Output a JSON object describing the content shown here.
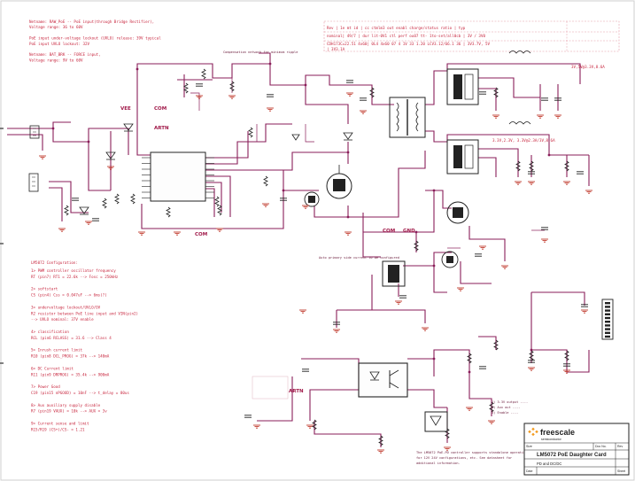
{
  "notes": {
    "top_left": [
      "Netname: RAW_PoE -- PoE input(through Bridge Rectifier),",
      "  Voltage range: 36 to 60V",
      "",
      "PoE input under-voltage lockout (UVLO) release: 39V typical",
      "PoE input UVLO lockout: 32V",
      "",
      "Netname: BAT_BRK -- FORCE input,",
      "Voltage range: 9V to 60V"
    ],
    "config_title": "LM5072 Configuration:",
    "config": [
      "1> PWM controller oscillator frequency",
      "   RT (pin7) RT1 = 22.6k --> Fosc = 250kHz",
      "",
      "2> softstart",
      "   CS (pin4) Css = 0.047uF --> 6ms(?)",
      "",
      "3> undervoltage lockout/UVLO/OV",
      "   R2 resistor between PoE line input and VIN(pin2)",
      "            --> UVLO nominal: 37V enable",
      "",
      "4> classification",
      "   RCL (pin6 RCLASS) = 31.6 --> Class 4",
      "",
      "5> Inrush current limit",
      "   R10 (pin8 DCL_PROG) = 37k --> 140mA",
      "",
      "6> DC Current limit",
      "   R11 (pin9 DRPROG) = 35.4k --> 900mA",
      "",
      "7> Power Good",
      "   C19 (pin15 nPGOOD) = 10nF --> t_delay = 80us",
      "",
      "8> Aux auxiliary supply disable",
      "   R7 (pin19 VAUX) = 10k --> AUX = 3v",
      "",
      "9> Current sense and limit",
      "   R15/R19 (CS+)/CS- = 1.21"
    ],
    "table_header": "Rev | 1e mt id | cc ctmlm3 out enabl charge/status ratio | typ",
    "table_row1": "nominal| 49/7 | dur lit-0V1 ctl perf ou07 tt- 1to-set/all0cb | 3V / 3V0",
    "table_row2": "CDH173C=22.51 4x60| 0L4 4x60 07 4 1V 33 1.20 LCV3.12/66.1 36 | 3V3.7V, 5V",
    "table_row3": "                                                              | 3V3.1A",
    "output_top": "3V,5V@3.3V,8.6A",
    "output_mid": "3.3V,2.3V, 3.3V@2.3A/3V,8.6A",
    "cap_note": "Compensation network for minimum ripple",
    "bottom_note1": "The LM5072 PoE-PD controller supports standalone operation",
    "bottom_note2": "for 12V 24V configurations, etc. See datasheet for",
    "bottom_note3": "additional information.",
    "mid_note": "Auto primary side current to be configured",
    "right_note1": "1) 3.3V output ----",
    "right_note2": "2) Aux out ----",
    "right_note3": "3) Enable ----"
  },
  "nets": {
    "vee": "VEE",
    "com_top": "COM",
    "arts_top": "ARTN",
    "com_mid": "COM",
    "com_right": "COM",
    "gnd_right": "GND",
    "arts_bottom": "ARTN"
  },
  "title_block": {
    "logo": "freescale",
    "logo_tagline": "semiconductor",
    "title": "LM5072 PoE Daughter Card",
    "page_label": "PD and DC/DC",
    "doc_label": "Doc No.",
    "rev_label": "Rev",
    "sheet_label": "Sheet",
    "size_label": "Size",
    "date_label": "Date"
  },
  "colors": {
    "wire": "#8a1e5a",
    "note": "#c8273f",
    "ground": "#c0392b",
    "ink": "#222222"
  }
}
